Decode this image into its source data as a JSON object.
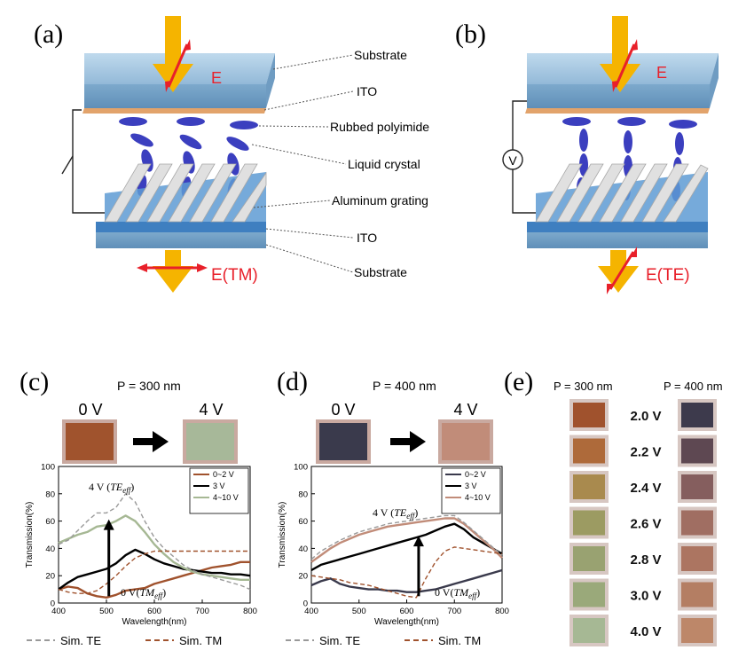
{
  "panels": {
    "a": {
      "label": "(a)",
      "field_label": "E",
      "out_label": "E(TM)",
      "callouts": [
        "Substrate",
        "ITO",
        "Rubbed polyimide",
        "Liquid crystal",
        "Aluminum grating",
        "ITO",
        "Substrate"
      ]
    },
    "b": {
      "label": "(b)",
      "field_label": "E",
      "out_label": "E(TE)",
      "voltmeter": "V"
    },
    "c": {
      "label": "(c)",
      "period": "P = 300 nm",
      "left_voltage": "0 V",
      "right_voltage": "4 V",
      "left_color": "#A0532D",
      "right_color": "#A7B899"
    },
    "d": {
      "label": "(d)",
      "period": "P = 400 nm",
      "left_voltage": "0 V",
      "right_voltage": "4 V",
      "left_color": "#3A3A4C",
      "right_color": "#C18C79"
    },
    "e": {
      "label": "(e)",
      "left_header": "P = 300 nm",
      "right_header": "P = 400 nm",
      "rows": [
        {
          "voltage": "2.0 V",
          "left_color": "#A0522D",
          "right_color": "#3D3A4C"
        },
        {
          "voltage": "2.2 V",
          "left_color": "#AE6A3A",
          "right_color": "#5E4852"
        },
        {
          "voltage": "2.4 V",
          "left_color": "#A98A4E",
          "right_color": "#855E5E"
        },
        {
          "voltage": "2.6 V",
          "left_color": "#9C9B62",
          "right_color": "#A06E62"
        },
        {
          "voltage": "2.8 V",
          "left_color": "#99A271",
          "right_color": "#AC7561"
        },
        {
          "voltage": "3.0 V",
          "left_color": "#9AA97A",
          "right_color": "#B47E63"
        },
        {
          "voltage": "4.0 V",
          "left_color": "#A6B894",
          "right_color": "#BD8769"
        }
      ]
    }
  },
  "colors": {
    "arrow": "#F5B400",
    "field": "#E8202A",
    "glass": "#A8CBE3",
    "ito": "#E2A36B",
    "lc": "#3B3FBF",
    "grating": "#DADADA",
    "te": "#999999",
    "tm": "#A0522D"
  },
  "chart_data": [
    {
      "type": "line",
      "panel": "c",
      "xlabel": "Wavelength(nm)",
      "ylabel": "Transmission(%)",
      "xlim": [
        400,
        800
      ],
      "ylim": [
        0,
        100
      ],
      "xticks": [
        400,
        500,
        600,
        700,
        800
      ],
      "yticks": [
        0,
        20,
        40,
        60,
        80,
        100
      ],
      "legend_position": "top-right",
      "annotations": {
        "upper": {
          "main": "4 V (",
          "var": "TE",
          "sub": "eff",
          "close": ")"
        },
        "lower": {
          "main": "0 V(",
          "var": "TM",
          "sub": "eff",
          "close": ")"
        },
        "arrow": {
          "x": 505,
          "y_from": 5,
          "y_to": 60
        }
      },
      "series": [
        {
          "name": "0~2 V",
          "color": "#A0522D",
          "x": [
            400,
            420,
            440,
            460,
            480,
            500,
            520,
            540,
            560,
            580,
            600,
            620,
            640,
            660,
            680,
            700,
            720,
            740,
            760,
            780,
            800
          ],
          "y": [
            10,
            12,
            11,
            7,
            5,
            4,
            6,
            9,
            10,
            11,
            14,
            16,
            18,
            20,
            22,
            24,
            26,
            27,
            28,
            30,
            30
          ]
        },
        {
          "name": "3 V",
          "color": "#000000",
          "x": [
            400,
            420,
            440,
            460,
            480,
            500,
            520,
            540,
            560,
            580,
            600,
            620,
            640,
            660,
            680,
            700,
            720,
            740,
            760,
            780,
            800
          ],
          "y": [
            10,
            15,
            19,
            21,
            23,
            25,
            29,
            35,
            39,
            36,
            32,
            29,
            27,
            25,
            24,
            23,
            22,
            22,
            21,
            21,
            20
          ]
        },
        {
          "name": "4~10 V",
          "color": "#A6B894",
          "x": [
            400,
            420,
            440,
            460,
            480,
            500,
            520,
            540,
            560,
            580,
            600,
            620,
            640,
            660,
            680,
            700,
            720,
            740,
            760,
            780,
            800
          ],
          "y": [
            44,
            47,
            50,
            52,
            56,
            57,
            60,
            64,
            60,
            52,
            43,
            36,
            30,
            26,
            23,
            21,
            20,
            19,
            18,
            17,
            17
          ]
        },
        {
          "name": "Sim. TE",
          "color": "#999999",
          "dashed": true,
          "x": [
            400,
            420,
            440,
            460,
            480,
            500,
            520,
            540,
            560,
            580,
            600,
            620,
            640,
            660,
            680,
            700,
            720,
            740,
            760,
            780,
            800
          ],
          "y": [
            43,
            46,
            53,
            60,
            66,
            66,
            70,
            80,
            74,
            60,
            48,
            40,
            34,
            28,
            24,
            21,
            19,
            17,
            15,
            13,
            10
          ]
        },
        {
          "name": "Sim. TM",
          "color": "#A0522D",
          "dashed": true,
          "x": [
            400,
            420,
            440,
            460,
            480,
            500,
            520,
            540,
            560,
            580,
            600,
            620,
            640,
            660,
            680,
            700,
            720,
            740,
            760,
            780,
            800
          ],
          "y": [
            10,
            8,
            7,
            7,
            9,
            14,
            20,
            27,
            33,
            36,
            38,
            38,
            38,
            38,
            38,
            38,
            38,
            38,
            38,
            38,
            38
          ]
        }
      ]
    },
    {
      "type": "line",
      "panel": "d",
      "xlabel": "Wavelength(nm)",
      "ylabel": "Transmission(%)",
      "xlim": [
        400,
        800
      ],
      "ylim": [
        0,
        100
      ],
      "xticks": [
        400,
        500,
        600,
        700,
        800
      ],
      "yticks": [
        0,
        20,
        40,
        60,
        80,
        100
      ],
      "legend_position": "top-right",
      "annotations": {
        "upper": {
          "main": "4 V (",
          "var": "TE",
          "sub": "eff",
          "close": ")"
        },
        "lower": {
          "main": "0 V(",
          "var": "TM",
          "sub": "eff",
          "close": ")"
        },
        "arrow": {
          "x": 625,
          "y_from": 5,
          "y_to": 48
        }
      },
      "series": [
        {
          "name": "0~2 V",
          "color": "#3A3A4C",
          "x": [
            400,
            420,
            440,
            460,
            480,
            500,
            520,
            540,
            560,
            580,
            600,
            620,
            640,
            660,
            680,
            700,
            720,
            740,
            760,
            780,
            800
          ],
          "y": [
            13,
            16,
            18,
            14,
            12,
            11,
            10,
            10,
            9,
            9,
            8,
            8,
            9,
            10,
            12,
            14,
            16,
            18,
            20,
            22,
            24
          ]
        },
        {
          "name": "3 V",
          "color": "#000000",
          "x": [
            400,
            420,
            440,
            460,
            480,
            500,
            520,
            540,
            560,
            580,
            600,
            620,
            640,
            660,
            680,
            700,
            720,
            740,
            760,
            780,
            800
          ],
          "y": [
            24,
            28,
            30,
            32,
            34,
            36,
            38,
            40,
            42,
            44,
            46,
            48,
            50,
            53,
            56,
            58,
            54,
            48,
            44,
            40,
            36
          ]
        },
        {
          "name": "4~10 V",
          "color": "#C18C79",
          "x": [
            400,
            420,
            440,
            460,
            480,
            500,
            520,
            540,
            560,
            580,
            600,
            620,
            640,
            660,
            680,
            700,
            720,
            740,
            760,
            780,
            800
          ],
          "y": [
            30,
            35,
            40,
            44,
            47,
            50,
            52,
            54,
            56,
            57,
            58,
            59,
            60,
            61,
            62,
            62,
            58,
            52,
            46,
            40,
            33
          ]
        },
        {
          "name": "Sim. TE",
          "color": "#999999",
          "dashed": true,
          "x": [
            400,
            420,
            440,
            460,
            480,
            500,
            520,
            540,
            560,
            580,
            600,
            620,
            640,
            660,
            680,
            700,
            720,
            740,
            760,
            780,
            800
          ],
          "y": [
            32,
            38,
            42,
            46,
            49,
            52,
            54,
            56,
            58,
            59,
            60,
            61,
            62,
            63,
            64,
            64,
            59,
            53,
            47,
            41,
            35
          ]
        },
        {
          "name": "Sim. TM",
          "color": "#A0522D",
          "dashed": true,
          "x": [
            400,
            420,
            440,
            460,
            480,
            500,
            520,
            540,
            560,
            580,
            600,
            620,
            640,
            660,
            680,
            700,
            720,
            740,
            760,
            780,
            800
          ],
          "y": [
            20,
            19,
            18,
            17,
            15,
            14,
            13,
            11,
            9,
            7,
            5,
            4,
            18,
            30,
            38,
            41,
            40,
            39,
            38,
            37,
            36
          ]
        }
      ]
    }
  ]
}
